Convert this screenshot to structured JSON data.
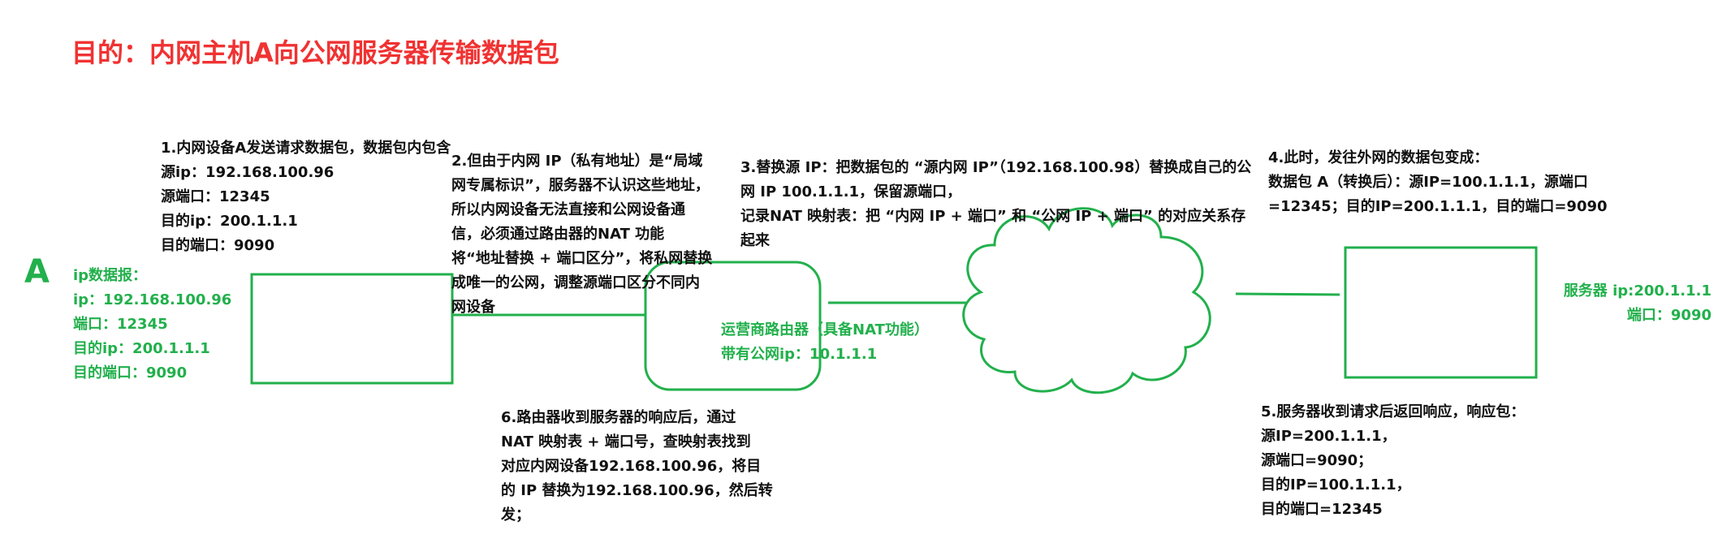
{
  "title": "目的：内网主机A向公网服务器传输数据包",
  "host": {
    "label": "A",
    "datagram": "ip数据报：\nip：192.168.100.96\n端口：12345\n目的ip：200.1.1.1\n目的端口：9090"
  },
  "router": {
    "label": "运营商路由器（具备NAT功能）\n带有公网ip：10.1.1.1"
  },
  "server": {
    "label": "服务器 ip:200.1.1.1\n端口：9090"
  },
  "steps": {
    "step1": "1.内网设备A发送请求数据包，数据包内包含\n源ip：192.168.100.96\n源端口：12345\n目的ip：200.1.1.1\n目的端口：9090",
    "step2": "2.但由于内网 IP（私有地址）是“局域\n网专属标识”，服务器不认识这些地址，\n所以内网设备无法直接和公网设备通\n信，必须通过路由器的NAT 功能\n将“地址替换 + 端口区分”，将私网替换\n成唯一的公网，调整源端口区分不同内\n网设备",
    "step3": "3.替换源 IP：把数据包的 “源内网 IP”（192.168.100.98）替换成自己的公\n网 IP 100.1.1.1，保留源端口，\n记录NAT 映射表：把 “内网 IP + 端口” 和 “公网 IP + 端口” 的对应关系存\n起来",
    "step4": "4.此时，发往外网的数据包变成：\n数据包 A（转换后）：源IP=100.1.1.1，源端口\n=12345；目的IP=200.1.1.1，目的端口=9090",
    "step5": "5.服务器收到请求后返回响应，响应包：\n源IP=200.1.1.1，\n源端口=9090；\n目的IP=100.1.1.1，\n目的端口=12345",
    "step6": "6.路由器收到服务器的响应后，通过\nNAT 映射表 + 端口号，查映射表找到\n对应内网设备192.168.100.96，将目\n的 IP 替换为192.168.100.96，然后转\n发；"
  },
  "colors": {
    "title": "#f03232",
    "green": "#22b04c",
    "text": "#111111"
  }
}
